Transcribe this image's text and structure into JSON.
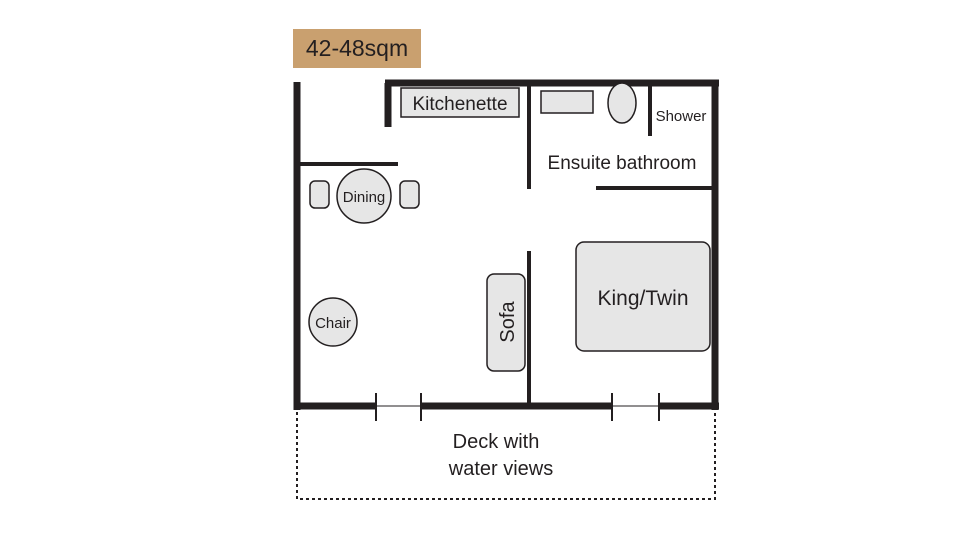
{
  "area_badge": {
    "text": "42-48sqm",
    "color": "#c9a06f"
  },
  "rooms": {
    "kitchenette": "Kitchenette",
    "shower": "Shower",
    "ensuite": "Ensuite bathroom",
    "dining": "Dining",
    "chair": "Chair",
    "sofa": "Sofa",
    "bed": "King/Twin",
    "deck_line1": "Deck with",
    "deck_line2": "water views"
  },
  "colors": {
    "wall": "#231f20",
    "furniture_fill": "#e6e6e6",
    "background": "#ffffff"
  }
}
